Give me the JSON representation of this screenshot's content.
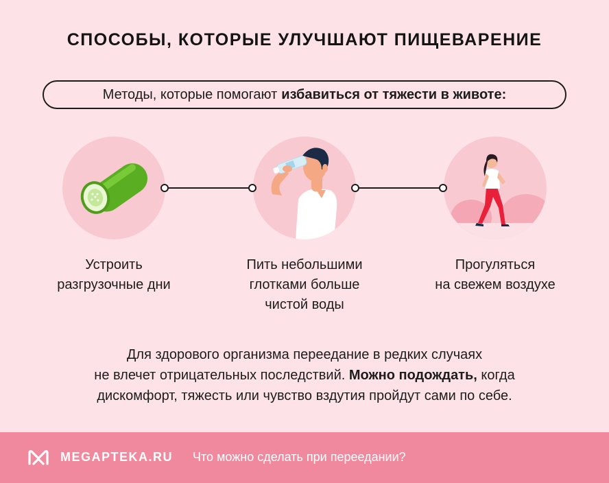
{
  "title": "СПОСОБЫ, КОТОРЫЕ УЛУЧШАЮТ ПИЩЕВАРЕНИЕ",
  "pill": {
    "prefix": "Методы, которые помогают",
    "emphasis": "избавиться от тяжести в животе:"
  },
  "steps": [
    {
      "icon": "cucumber-icon",
      "lines": [
        "Устроить",
        "разгрузочные дни"
      ]
    },
    {
      "icon": "drinking-water-icon",
      "lines": [
        "Пить небольшими",
        "глотками больше",
        "чистой воды"
      ]
    },
    {
      "icon": "walking-woman-icon",
      "lines": [
        "Прогуляться",
        "на свежем воздухе"
      ]
    }
  ],
  "paragraph": {
    "line1": "Для здорового организма переедание в редких случаях",
    "line2_start": "не влечет отрицательных последствий.",
    "line2_bold": "Можно подождать,",
    "line2_end": "когда",
    "line3": "дискомфорт, тяжесть или чувство вздутия пройдут сами по себе."
  },
  "footer": {
    "brand": "MEGAPTEKA.RU",
    "text": "Что можно сделать при переедании?"
  },
  "colors": {
    "background": "#fde3e7",
    "circle": "#f9c9d1",
    "footer": "#f0899e",
    "cucumber": "#6abf2e",
    "accent_red": "#e8203a"
  }
}
